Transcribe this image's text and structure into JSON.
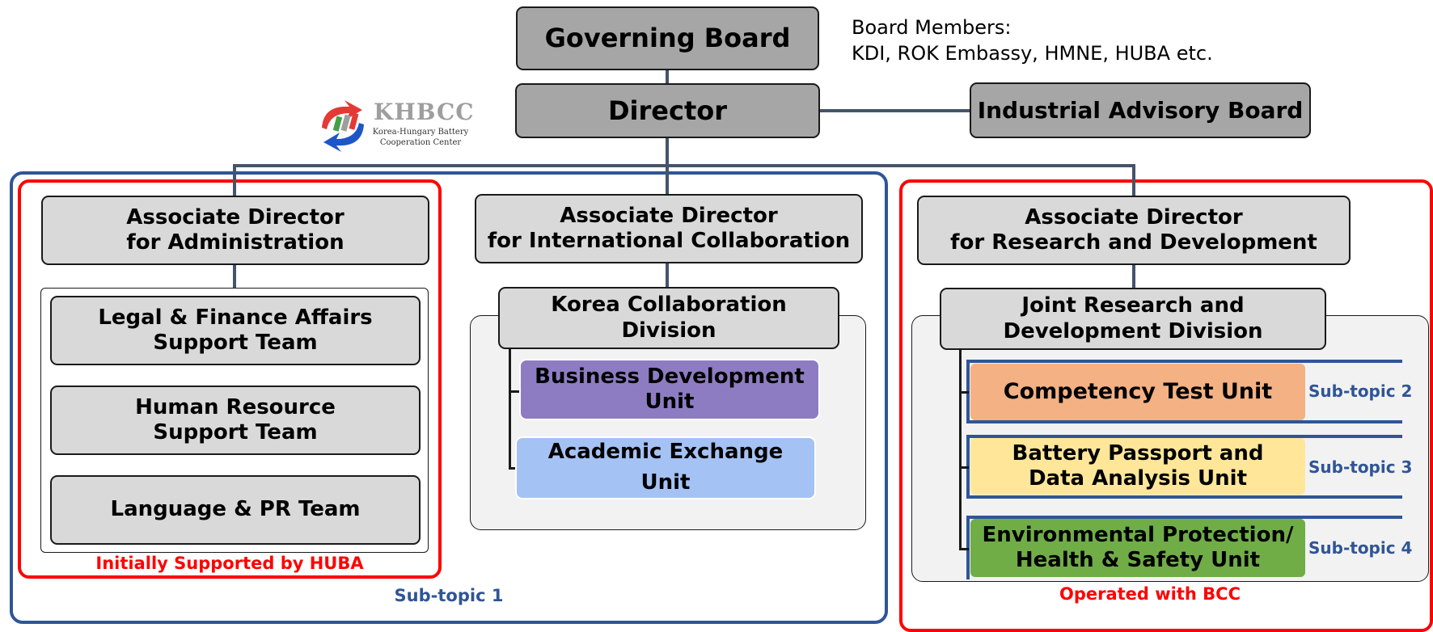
{
  "logo": {
    "name": "KHBCC",
    "subtitle_line1": "Korea-Hungary Battery",
    "subtitle_line2": "Cooperation Center"
  },
  "board_members": {
    "line1": "Board Members:",
    "line2": "KDI, ROK Embassy, HMNE, HUBA etc."
  },
  "top": {
    "governing_board": "Governing Board",
    "director": "Director",
    "industrial_advisory_board": "Industrial Advisory Board"
  },
  "administration": {
    "title_line1": "Associate Director",
    "title_line2": "for Administration",
    "teams": [
      {
        "line1": "Legal & Finance Affairs",
        "line2": "Support Team"
      },
      {
        "line1": "Human Resource",
        "line2": "Support Team"
      },
      {
        "line1": "Language & PR Team",
        "line2": ""
      }
    ],
    "caption": "Initially Supported by HUBA"
  },
  "international": {
    "title_line1": "Associate Director",
    "title_line2": "for International Collaboration",
    "division_line1": "Korea Collaboration",
    "division_line2": "Division",
    "units": [
      {
        "line1": "Business Development",
        "line2": "Unit",
        "color": "#8e7cc3"
      },
      {
        "line1": "Academic Exchange",
        "line2": "Unit",
        "color": "#a4c2f4"
      }
    ]
  },
  "research": {
    "title_line1": "Associate Director",
    "title_line2": "for Research and Development",
    "division_line1": "Joint Research and",
    "division_line2": "Development Division",
    "units": [
      {
        "line1": "Competency Test Unit",
        "line2": "",
        "color": "#f4b183",
        "subtopic": "Sub-topic 2"
      },
      {
        "line1": "Battery Passport and",
        "line2": "Data Analysis Unit",
        "color": "#ffe699",
        "subtopic": "Sub-topic 3"
      },
      {
        "line1": "Environmental Protection/",
        "line2": "Health & Safety Unit",
        "color": "#70ad47",
        "subtopic": "Sub-topic 4"
      }
    ],
    "caption": "Operated with BCC"
  },
  "subtopic1": "Sub-topic 1",
  "colors": {
    "frame_blue": "#2f5597",
    "frame_red": "#ff0000",
    "connector": "#44546a",
    "node_dark": "#a6a6a6",
    "node_light": "#d9d9d9"
  }
}
